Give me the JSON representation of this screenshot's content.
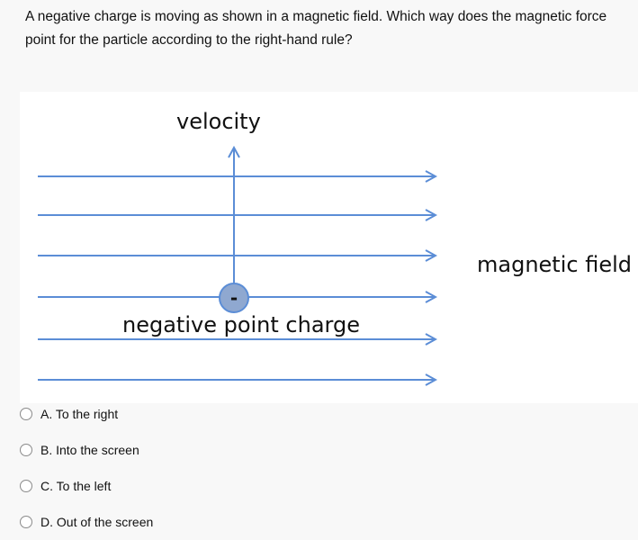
{
  "question": {
    "text": "A negative charge is moving as shown in a magnetic field. Which way does the magnetic force point for the particle according to the right-hand rule?"
  },
  "figure": {
    "velocity_label": "velocity",
    "field_label": "magnetic field",
    "charge_label": "negative point charge",
    "charge_sign": "-",
    "colors": {
      "line": "#5b8dd6",
      "charge_fill": "#8fa8d0",
      "charge_stroke": "#5b8dd6"
    }
  },
  "options": [
    {
      "label": "A. To the right",
      "selected": false
    },
    {
      "label": "B. Into the screen",
      "selected": false
    },
    {
      "label": "C. To the left",
      "selected": false
    },
    {
      "label": "D. Out of the screen",
      "selected": false
    }
  ]
}
